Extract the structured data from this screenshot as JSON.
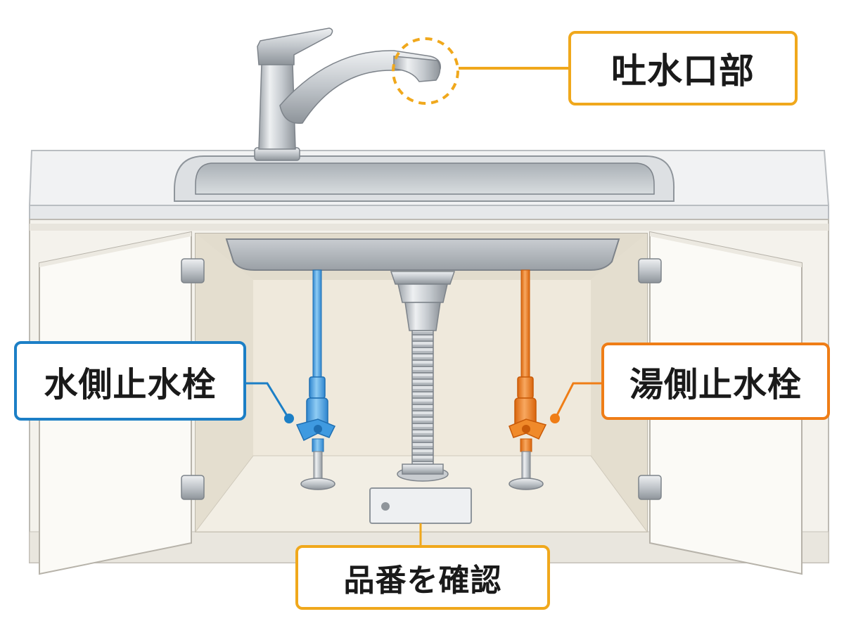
{
  "labels": {
    "spout": "吐水口部",
    "cold_valve": "水側止水栓",
    "hot_valve": "湯側止水栓",
    "model_number": "品番を確認"
  },
  "colors": {
    "spout_accent": "#f0a81c",
    "cold_accent": "#1c7fc6",
    "hot_accent": "#ef7d16",
    "model_accent": "#f0a81c",
    "cold_pipe": "#5aaee8",
    "hot_pipe": "#ef7d16"
  }
}
